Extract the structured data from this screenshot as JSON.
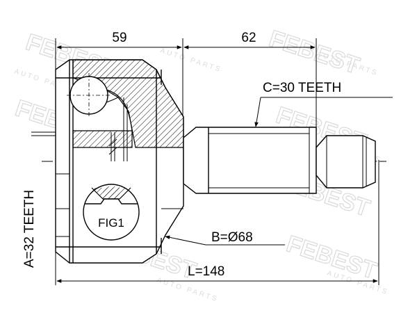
{
  "watermark": {
    "brand": "FEBEST",
    "tagline": "AUTO PARTS"
  },
  "dimensions": {
    "length_a": "59",
    "length_b": "62",
    "overall_length": "L=148",
    "outer_diameter": "B=Ø68"
  },
  "specs": {
    "outer_teeth": "C=30 TEETH",
    "inner_teeth": "A=32 TEETH"
  },
  "callouts": {
    "fig": "FIG1"
  }
}
